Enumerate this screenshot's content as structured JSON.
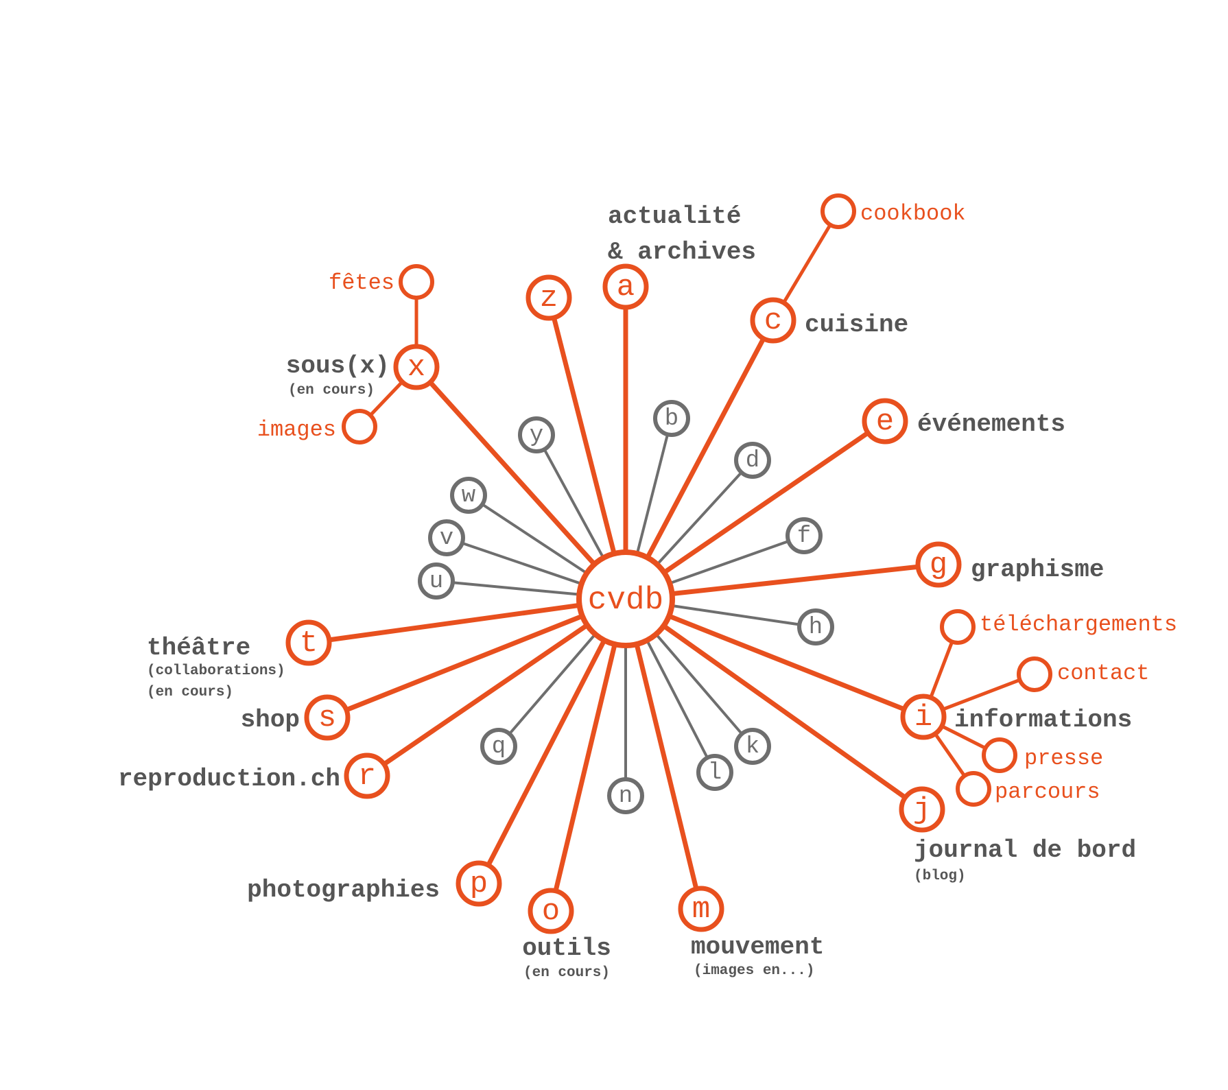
{
  "colors": {
    "accent": "#e8501e",
    "gray": "#6e6e6e",
    "text": "#555555"
  },
  "center": {
    "id": "center",
    "label": "cvdb"
  },
  "primary": [
    {
      "id": "a",
      "letter": "a",
      "label": [
        "actualité",
        "& archives"
      ],
      "sub": []
    },
    {
      "id": "c",
      "letter": "c",
      "label": [
        "cuisine"
      ],
      "sub": []
    },
    {
      "id": "e",
      "letter": "e",
      "label": [
        "événements"
      ],
      "sub": []
    },
    {
      "id": "g",
      "letter": "g",
      "label": [
        "graphisme"
      ],
      "sub": []
    },
    {
      "id": "i",
      "letter": "i",
      "label": [
        "informations"
      ],
      "sub": []
    },
    {
      "id": "j",
      "letter": "j",
      "label": [
        "journal de bord"
      ],
      "sub": [
        "(blog)"
      ]
    },
    {
      "id": "m",
      "letter": "m",
      "label": [
        "mouvement"
      ],
      "sub": [
        "(images en...)"
      ]
    },
    {
      "id": "o",
      "letter": "o",
      "label": [
        "outils"
      ],
      "sub": [
        "(en cours)"
      ]
    },
    {
      "id": "p",
      "letter": "p",
      "label": [
        "photographies"
      ],
      "sub": []
    },
    {
      "id": "r",
      "letter": "r",
      "label": [
        "reproduction.ch"
      ],
      "sub": []
    },
    {
      "id": "s",
      "letter": "s",
      "label": [
        "shop"
      ],
      "sub": []
    },
    {
      "id": "t",
      "letter": "t",
      "label": [
        "théâtre"
      ],
      "sub": [
        "(collaborations)",
        "(en cours)"
      ]
    },
    {
      "id": "x",
      "letter": "x",
      "label": [
        "sous(x)"
      ],
      "sub": [
        "(en cours)"
      ]
    },
    {
      "id": "z",
      "letter": "z",
      "label": [],
      "sub": []
    }
  ],
  "inactive": [
    "b",
    "d",
    "f",
    "h",
    "k",
    "l",
    "n",
    "q",
    "u",
    "v",
    "w",
    "y"
  ],
  "secondary": [
    {
      "id": "cookbook",
      "parent": "c",
      "label": "cookbook"
    },
    {
      "id": "fetes",
      "parent": "x",
      "label": "fêtes"
    },
    {
      "id": "images",
      "parent": "x",
      "label": "images"
    },
    {
      "id": "telechargements",
      "parent": "i",
      "label": "téléchargements"
    },
    {
      "id": "contact",
      "parent": "i",
      "label": "contact"
    },
    {
      "id": "presse",
      "parent": "i",
      "label": "presse"
    },
    {
      "id": "parcours",
      "parent": "i",
      "label": "parcours"
    }
  ]
}
